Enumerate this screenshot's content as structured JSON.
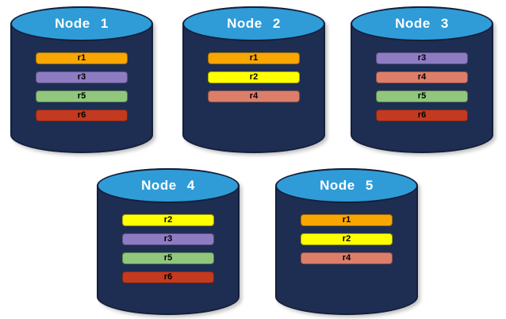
{
  "diagram": {
    "background": "#FFFFFF",
    "cylinder": {
      "body_color": "#1E2E52",
      "top_color": "#2F9CD8",
      "outline_color": "#141F3B",
      "title_color": "#FFFFFF"
    },
    "replica_palette": {
      "r1": "#F9A602",
      "r2": "#FFFF00",
      "r3": "#8E7CC3",
      "r4": "#DD7E6B",
      "r5": "#90C77D",
      "r6": "#C23A20"
    }
  },
  "nodes": [
    {
      "title": "Node 1",
      "replicas": [
        {
          "label": "r1",
          "color": "#F9A602"
        },
        {
          "label": "r3",
          "color": "#8E7CC3"
        },
        {
          "label": "r5",
          "color": "#90C77D"
        },
        {
          "label": "r6",
          "color": "#C23A20"
        }
      ]
    },
    {
      "title": "Node 2",
      "replicas": [
        {
          "label": "r1",
          "color": "#F9A602"
        },
        {
          "label": "r2",
          "color": "#FFFF00"
        },
        {
          "label": "r4",
          "color": "#DD7E6B"
        }
      ]
    },
    {
      "title": "Node 3",
      "replicas": [
        {
          "label": "r3",
          "color": "#8E7CC3"
        },
        {
          "label": "r4",
          "color": "#DD7E6B"
        },
        {
          "label": "r5",
          "color": "#90C77D"
        },
        {
          "label": "r6",
          "color": "#C23A20"
        }
      ]
    },
    {
      "title": "Node 4",
      "replicas": [
        {
          "label": "r2",
          "color": "#FFFF00"
        },
        {
          "label": "r3",
          "color": "#8E7CC3"
        },
        {
          "label": "r5",
          "color": "#90C77D"
        },
        {
          "label": "r6",
          "color": "#C23A20"
        }
      ]
    },
    {
      "title": "Node 5",
      "replicas": [
        {
          "label": "r1",
          "color": "#F9A602"
        },
        {
          "label": "r2",
          "color": "#FFFF00"
        },
        {
          "label": "r4",
          "color": "#DD7E6B"
        }
      ]
    }
  ]
}
